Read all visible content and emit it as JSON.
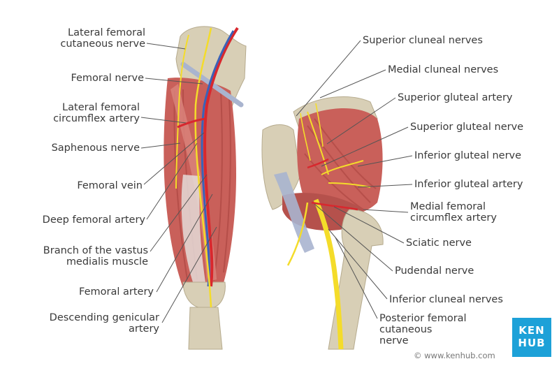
{
  "labels_left": [
    {
      "id": "lateral-femoral-cutaneous-nerve",
      "lines": [
        "Lateral femoral",
        "cutaneous nerve"
      ]
    },
    {
      "id": "femoral-nerve",
      "lines": [
        "Femoral nerve"
      ]
    },
    {
      "id": "lateral-femoral-circumflex-artery",
      "lines": [
        "Lateral femoral",
        "circumflex artery"
      ]
    },
    {
      "id": "saphenous-nerve",
      "lines": [
        "Saphenous nerve"
      ]
    },
    {
      "id": "femoral-vein",
      "lines": [
        "Femoral vein"
      ]
    },
    {
      "id": "deep-femoral-artery",
      "lines": [
        "Deep femoral artery"
      ]
    },
    {
      "id": "branch-vastus-medialis",
      "lines": [
        "Branch of the vastus",
        "medialis muscle"
      ]
    },
    {
      "id": "femoral-artery",
      "lines": [
        "Femoral artery"
      ]
    },
    {
      "id": "descending-genicular-artery",
      "lines": [
        "Descending genicular",
        "artery"
      ]
    }
  ],
  "labels_right": [
    {
      "id": "superior-cluneal-nerves",
      "lines": [
        "Superior cluneal nerves"
      ]
    },
    {
      "id": "medial-cluneal-nerves",
      "lines": [
        "Medial cluneal nerves"
      ]
    },
    {
      "id": "superior-gluteal-artery",
      "lines": [
        "Superior gluteal artery"
      ]
    },
    {
      "id": "superior-gluteal-nerve",
      "lines": [
        "Superior gluteal nerve"
      ]
    },
    {
      "id": "inferior-gluteal-nerve",
      "lines": [
        "Inferior gluteal nerve"
      ]
    },
    {
      "id": "inferior-gluteal-artery",
      "lines": [
        "Inferior gluteal artery"
      ]
    },
    {
      "id": "medial-femoral-circumflex-artery",
      "lines": [
        "Medial femoral",
        "circumflex artery"
      ]
    },
    {
      "id": "sciatic-nerve",
      "lines": [
        "Sciatic nerve"
      ]
    },
    {
      "id": "pudendal-nerve",
      "lines": [
        "Pudendal nerve"
      ]
    },
    {
      "id": "inferior-cluneal-nerves",
      "lines": [
        "Inferior cluneal nerves"
      ]
    },
    {
      "id": "posterior-femoral-cutaneous-nerve",
      "lines": [
        "Posterior femoral",
        "cutaneous",
        "nerve"
      ]
    }
  ],
  "logo": {
    "line1": "KEN",
    "line2": "HUB"
  },
  "credit": "© www.kenhub.com",
  "colors": {
    "muscle": "#c9605a",
    "muscle_dark": "#a8423e",
    "bone": "#d8cfb6",
    "nerve": "#f4dc2a",
    "artery": "#d8282e",
    "vein": "#3a62b8",
    "ligament": "#a9b4cf",
    "leader": "#555555",
    "logo": "#1da1d8"
  }
}
